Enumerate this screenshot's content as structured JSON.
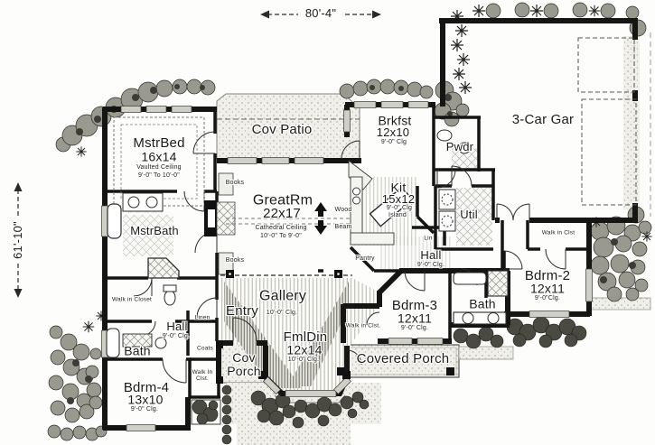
{
  "dimensions": {
    "width": "80'-4\"",
    "height": "61'-10\""
  },
  "rooms": {
    "mstrbed": {
      "name": "MstrBed",
      "size": "16x14",
      "note": "Vaulted Ceiling",
      "ceiling": "9'-0\" To 10'-0\""
    },
    "cov_patio": {
      "name": "Cov Patio"
    },
    "brkfst": {
      "name": "Brkfst",
      "size": "12x10",
      "ceiling": "9'-0\" Clg"
    },
    "pwdr": {
      "name": "Pwdr"
    },
    "garage": {
      "name": "3-Car Gar"
    },
    "greatrm": {
      "name": "GreatRm",
      "size": "22x17",
      "note": "Cathedral Ceiling",
      "ceiling": "10'-0\" To 9'-0\""
    },
    "kit": {
      "name": "Kit",
      "size": "15x12",
      "ceiling": "9'-0\" Clg",
      "note": "Island"
    },
    "util": {
      "name": "Util"
    },
    "hall_right": {
      "name": "Hall",
      "ceiling": "9'-0\" Clg."
    },
    "bdrm2": {
      "name": "Bdrm-2",
      "size": "12x11",
      "ceiling": "9'-0\"Clg."
    },
    "bdrm3": {
      "name": "Bdrm-3",
      "size": "12x11",
      "ceiling": "9'-0\" Clg."
    },
    "bath_right": {
      "name": "Bath"
    },
    "covered_porch": {
      "name": "Covered Porch"
    },
    "gallery": {
      "name": "Gallery",
      "ceiling": "10'-0\" Clg."
    },
    "entry": {
      "name": "Entry"
    },
    "fmldin": {
      "name": "FmlDin",
      "size": "12x14",
      "ceiling": "10'-0\" Clg."
    },
    "cov_porch": {
      "name": "Cov\nPorch"
    },
    "mstrbath": {
      "name": "MstrBath"
    },
    "walkin_closet": {
      "name": "Walk in Closet"
    },
    "hall_left": {
      "name": "Hall",
      "ceiling": "9'-0\" Clg."
    },
    "bath_left": {
      "name": "Bath"
    },
    "bdrm4": {
      "name": "Bdrm-4",
      "size": "13x10",
      "ceiling": "9'-0\" Clg."
    }
  },
  "closets": {
    "linen": "Linen",
    "lin": "Lin",
    "coats": "Coats",
    "pantry": "Pantry",
    "wic_bdrm2": "Walk in Clst",
    "wic_bdrm3": "Walk in Clst.",
    "wic_bdrm4": "Walk In\nClst."
  },
  "annotations": {
    "books_top": "Books",
    "books_bottom": "Books",
    "wood": "Wood",
    "beam": "Beam"
  }
}
